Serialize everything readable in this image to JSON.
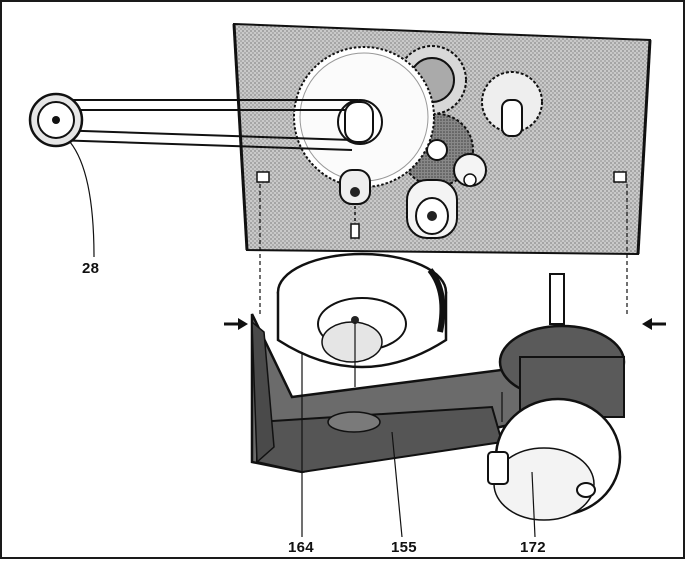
{
  "figure": {
    "callouts": [
      {
        "id": "c28",
        "text": "28"
      },
      {
        "id": "c164",
        "text": "164"
      },
      {
        "id": "c155",
        "text": "155"
      },
      {
        "id": "c172",
        "text": "172"
      }
    ],
    "icons": [
      "pulley-wheel-icon",
      "gear-wheel-icon",
      "motor-icon",
      "arrow-right-icon",
      "arrow-left-icon"
    ],
    "colors": {
      "ink": "#111111",
      "panel": "#b8b8b8",
      "bracket": "#5a5a5a",
      "paper": "#ffffff"
    }
  }
}
